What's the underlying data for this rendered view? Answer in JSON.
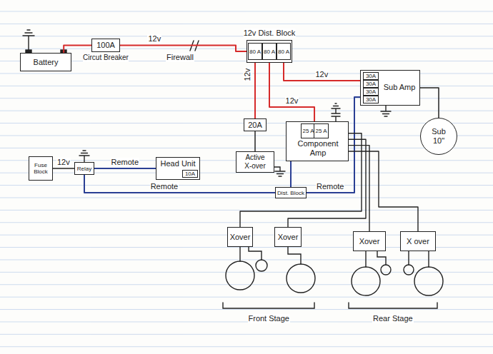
{
  "diagram": {
    "nodes": [
      {
        "text": [
          "Battery"
        ]
      },
      {
        "text": [
          "100A",
          "Circut Breaker"
        ]
      },
      {
        "text": [
          "12v Dist. Block"
        ]
      },
      {
        "text": [
          "80 A"
        ],
        "in": 2
      },
      {
        "text": [
          "80 A"
        ],
        "in": 2
      },
      {
        "text": [
          "80 A"
        ],
        "in": 2
      },
      {
        "text": [
          "Sub Amp"
        ]
      },
      {
        "text": [
          "30A"
        ],
        "in": 6
      },
      {
        "text": [
          "30A"
        ],
        "in": 6
      },
      {
        "text": [
          "30A"
        ],
        "in": 6
      },
      {
        "text": [
          "30A"
        ],
        "in": 6
      },
      {
        "text": [
          "20A"
        ]
      },
      {
        "text": [
          "Component Amp"
        ]
      },
      {
        "text": [
          "25 A"
        ],
        "in": 12
      },
      {
        "text": [
          "25 A"
        ],
        "in": 12
      },
      {
        "text": [
          "Active X-over"
        ]
      },
      {
        "text": [
          "Fuse Block"
        ]
      },
      {
        "text": [
          "Relay"
        ]
      },
      {
        "text": [
          "Head Unit"
        ]
      },
      {
        "text": [
          "10A"
        ],
        "in": 18
      },
      {
        "text": [
          "Sub 10\""
        ]
      },
      {
        "text": [
          "Dist. Block"
        ]
      },
      {
        "text": [
          "Xover"
        ]
      },
      {
        "text": [
          "Xover"
        ]
      },
      {
        "text": [
          "Xover"
        ]
      },
      {
        "text": [
          "X over"
        ]
      }
    ],
    "edges": [
      {
        "from": 0,
        "to": 1,
        "arrow": "none"
      },
      {
        "from": 1,
        "to": 2,
        "arrow": "none",
        "label": "12v"
      },
      {
        "from": 3,
        "to": 11,
        "arrow": "none",
        "label": "12v"
      },
      {
        "from": 11,
        "to": 15,
        "arrow": "none"
      },
      {
        "from": 4,
        "to": 12,
        "arrow": "none",
        "label": "12v"
      },
      {
        "from": 5,
        "to": 6,
        "arrow": "none",
        "label": "12v"
      },
      {
        "from": 16,
        "to": 17,
        "arrow": "none",
        "label": "12v"
      },
      {
        "from": 17,
        "to": 18,
        "arrow": "none",
        "label": "Remote"
      },
      {
        "from": 17,
        "to": 21,
        "arrow": "none",
        "label": "Remote"
      },
      {
        "from": 21,
        "to": 12,
        "arrow": "none"
      },
      {
        "from": 21,
        "to": 6,
        "arrow": "none",
        "label": "Remote"
      },
      {
        "from": 6,
        "to": 20,
        "arrow": "none"
      },
      {
        "from": 12,
        "to": 22,
        "arrow": "none"
      },
      {
        "from": 12,
        "to": 23,
        "arrow": "none"
      },
      {
        "from": 12,
        "to": 24,
        "arrow": "none"
      },
      {
        "from": 12,
        "to": 25,
        "arrow": "none"
      }
    ],
    "labels": [
      "Firewall",
      "Front Stage",
      "Rear Stage"
    ]
  }
}
